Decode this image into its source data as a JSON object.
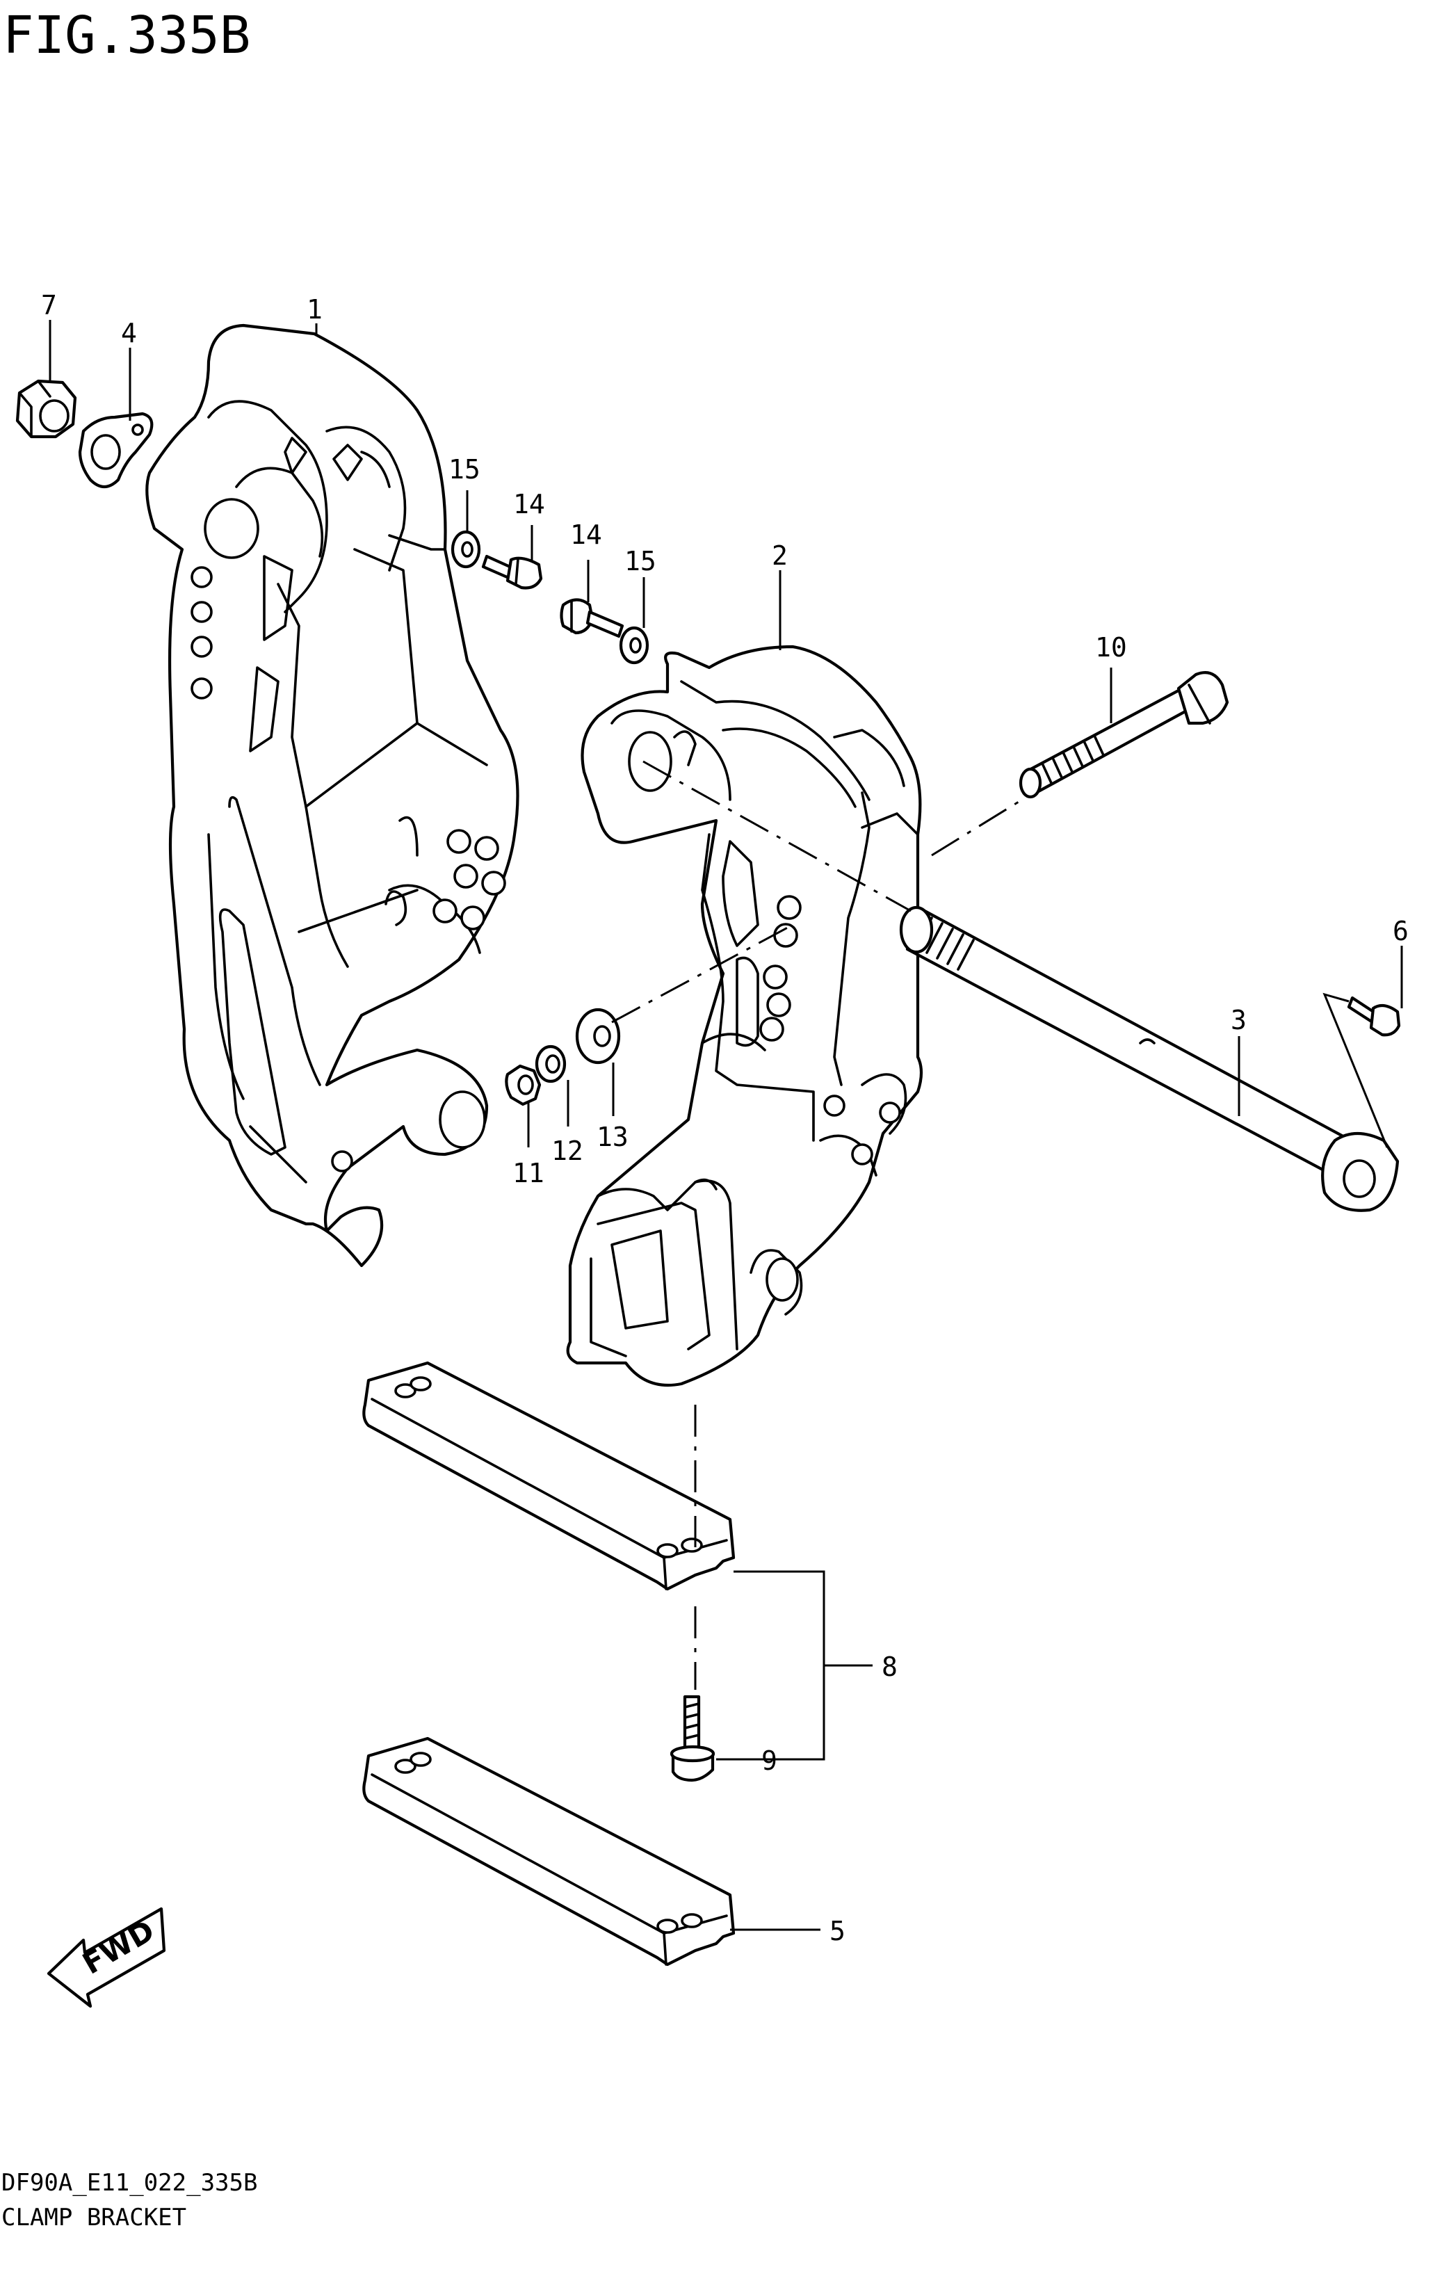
{
  "figure": {
    "title": "FIG.335B",
    "drawing_code": "DF90A_E11_022_335B",
    "caption": "CLAMP BRACKET",
    "direction_label": "FWD"
  },
  "callouts": [
    "1",
    "2",
    "3",
    "4",
    "5",
    "6",
    "7",
    "8",
    "9",
    "10",
    "11",
    "12",
    "13",
    "14",
    "14",
    "15",
    "15"
  ]
}
